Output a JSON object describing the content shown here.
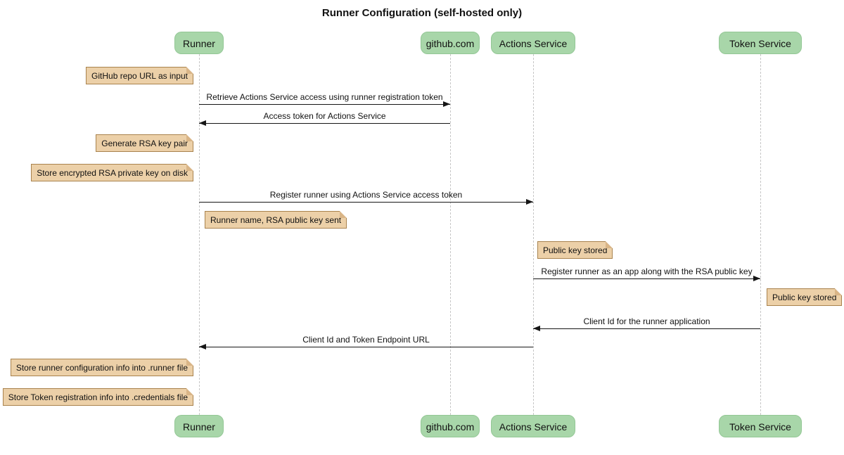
{
  "title": "Runner Configuration (self-hosted only)",
  "participants": [
    {
      "id": "runner",
      "label": "Runner"
    },
    {
      "id": "github",
      "label": "github.com"
    },
    {
      "id": "actions-service",
      "label": "Actions Service"
    },
    {
      "id": "token-service",
      "label": "Token Service"
    }
  ],
  "messages": [
    {
      "from": "Runner",
      "to": "github.com",
      "text": "Retrieve Actions Service access using runner registration token"
    },
    {
      "from": "github.com",
      "to": "Runner",
      "text": "Access token for Actions Service"
    },
    {
      "from": "Runner",
      "to": "Actions Service",
      "text": "Register runner using Actions Service access token"
    },
    {
      "from": "Actions Service",
      "to": "Token Service",
      "text": "Register runner as an app along with the RSA public key"
    },
    {
      "from": "Token Service",
      "to": "Actions Service",
      "text": "Client Id for the runner application"
    },
    {
      "from": "Actions Service",
      "to": "Runner",
      "text": "Client Id and Token Endpoint URL"
    }
  ],
  "notes": [
    {
      "position": "left of Runner",
      "text": "GitHub repo URL as input"
    },
    {
      "position": "left of Runner",
      "text": "Generate RSA key pair"
    },
    {
      "position": "left of Runner",
      "text": "Store encrypted RSA private key on disk"
    },
    {
      "position": "right of Runner",
      "text": "Runner name, RSA public key sent"
    },
    {
      "position": "right of Actions Service",
      "text": "Public key stored"
    },
    {
      "position": "right of Token Service",
      "text": "Public key stored"
    },
    {
      "position": "left of Runner",
      "text": "Store runner configuration info into .runner file"
    },
    {
      "position": "left of Runner",
      "text": "Store Token registration info into .credentials file"
    }
  ],
  "colors": {
    "bg": "#ffffff",
    "actor_fill": "#a8d6a9",
    "actor_border": "#93c795",
    "note_fill": "#ecd0a8",
    "note_border": "#a9834e",
    "note_fold": "#d9b587",
    "line": "#161616",
    "lifeline": "#c6c6c6",
    "text": "#111111"
  }
}
